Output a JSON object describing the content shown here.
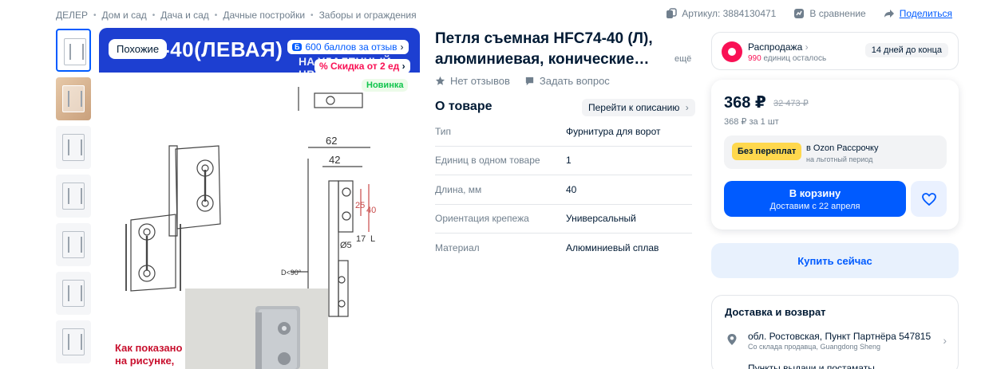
{
  "breadcrumbs": [
    "ДЕЛЕР",
    "Дом и сад",
    "Дача и сад",
    "Дачные постройки",
    "Заборы и ограждения"
  ],
  "top_actions": {
    "article_label": "Артикул: 3884130471",
    "compare_label": "В сравнение",
    "share_label": "Поделиться"
  },
  "gallery": {
    "banner_title": "-40(ЛЕВАЯ)",
    "banner_sub": "НА УДАЛЕННЫЙ ЦВЕТ",
    "similar_label": "Похожие",
    "points_badge": "Б",
    "points_label": "600 баллов за отзыв",
    "discount_label": "Скидка от 2 ед",
    "new_label": "Новинка",
    "caption_line1": "Как показано",
    "caption_line2": "на рисунке,",
    "drawing_labels": [
      "62",
      "42",
      "25",
      "40",
      "Ø5",
      "17",
      "L",
      "D<90°"
    ]
  },
  "product": {
    "title": "Петля съемная HFC74-40 (Л), алюминиевая, конические…",
    "more_label": "ещё",
    "reviews_label": "Нет отзывов",
    "question_label": "Задать вопрос"
  },
  "about": {
    "heading": "О товаре",
    "goto_label": "Перейти к описанию",
    "specs": [
      {
        "key": "Тип",
        "value": "Фурнитура для ворот"
      },
      {
        "key": "Единиц в одном товаре",
        "value": "1"
      },
      {
        "key": "Длина, мм",
        "value": "40"
      },
      {
        "key": "Ориентация крепежа",
        "value": "Универсальный"
      },
      {
        "key": "Материал",
        "value": "Алюминиевый сплав"
      }
    ]
  },
  "sale": {
    "title": "Распродажа",
    "count": "990",
    "count_suffix": "единиц осталось",
    "days_label": "14 дней до конца"
  },
  "price": {
    "current": "368 ₽",
    "old": "32 473 ₽",
    "per_unit": "368 ₽ за 1 шт",
    "credit_tag": "Без переплат",
    "credit_line1": "в Ozon Рассрочку",
    "credit_line2": "на льготный период",
    "cart_label": "В корзину",
    "cart_sub": "Доставим с 22 апреля"
  },
  "buy_now_label": "Купить сейчас",
  "delivery": {
    "heading": "Доставка и возврат",
    "address": "обл. Ростовская, Пункт Партнёра 547815",
    "address_sub": "Со склада продавца, Guangdong Sheng",
    "pickup": "Пункты выдачи и постаматы"
  },
  "colors": {
    "accent": "#005bff",
    "sale": "#f91155",
    "new": "#10c44c",
    "credit_tag": "#ffd84d"
  }
}
